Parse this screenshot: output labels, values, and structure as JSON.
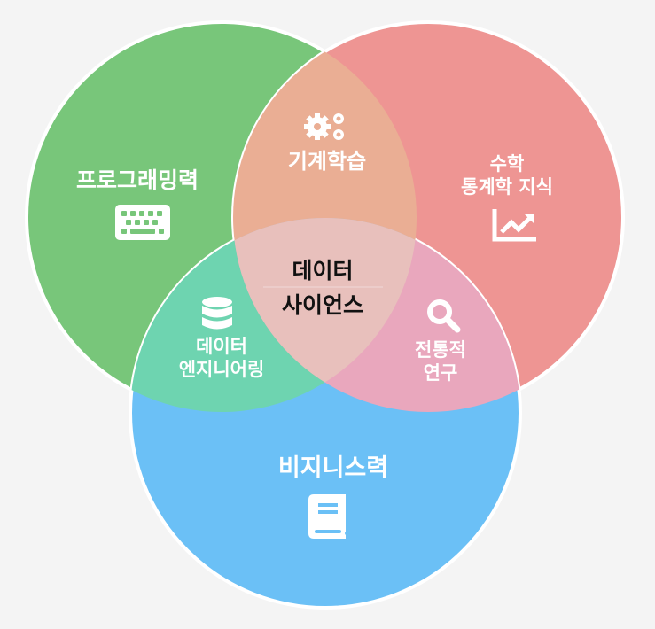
{
  "colors": {
    "programming": "#78c67a",
    "math": "#ee9593",
    "business": "#6bc0f6",
    "machine_learning": "#eaae94",
    "data_engineering": "#6ed4b0",
    "traditional_research": "#e9a7bd",
    "data_science": "#e8c0bc"
  },
  "sets": {
    "programming": {
      "label": "프로그래밍력",
      "icon": "keyboard-icon"
    },
    "math": {
      "label_line1": "수학",
      "label_line2": "통계학 지식",
      "icon": "chart-line-up-icon"
    },
    "business": {
      "label": "비지니스력",
      "icon": "book-icon"
    }
  },
  "overlaps": {
    "machine_learning": {
      "label": "기계학습",
      "icon": "gears-icon"
    },
    "data_engineering": {
      "label_line1": "데이터",
      "label_line2": "엔지니어링",
      "icon": "database-icon"
    },
    "traditional_research": {
      "label_line1": "전통적",
      "label_line2": "연구",
      "icon": "search-icon"
    },
    "data_science": {
      "label_line1": "데이터",
      "label_line2": "사이언스"
    }
  }
}
